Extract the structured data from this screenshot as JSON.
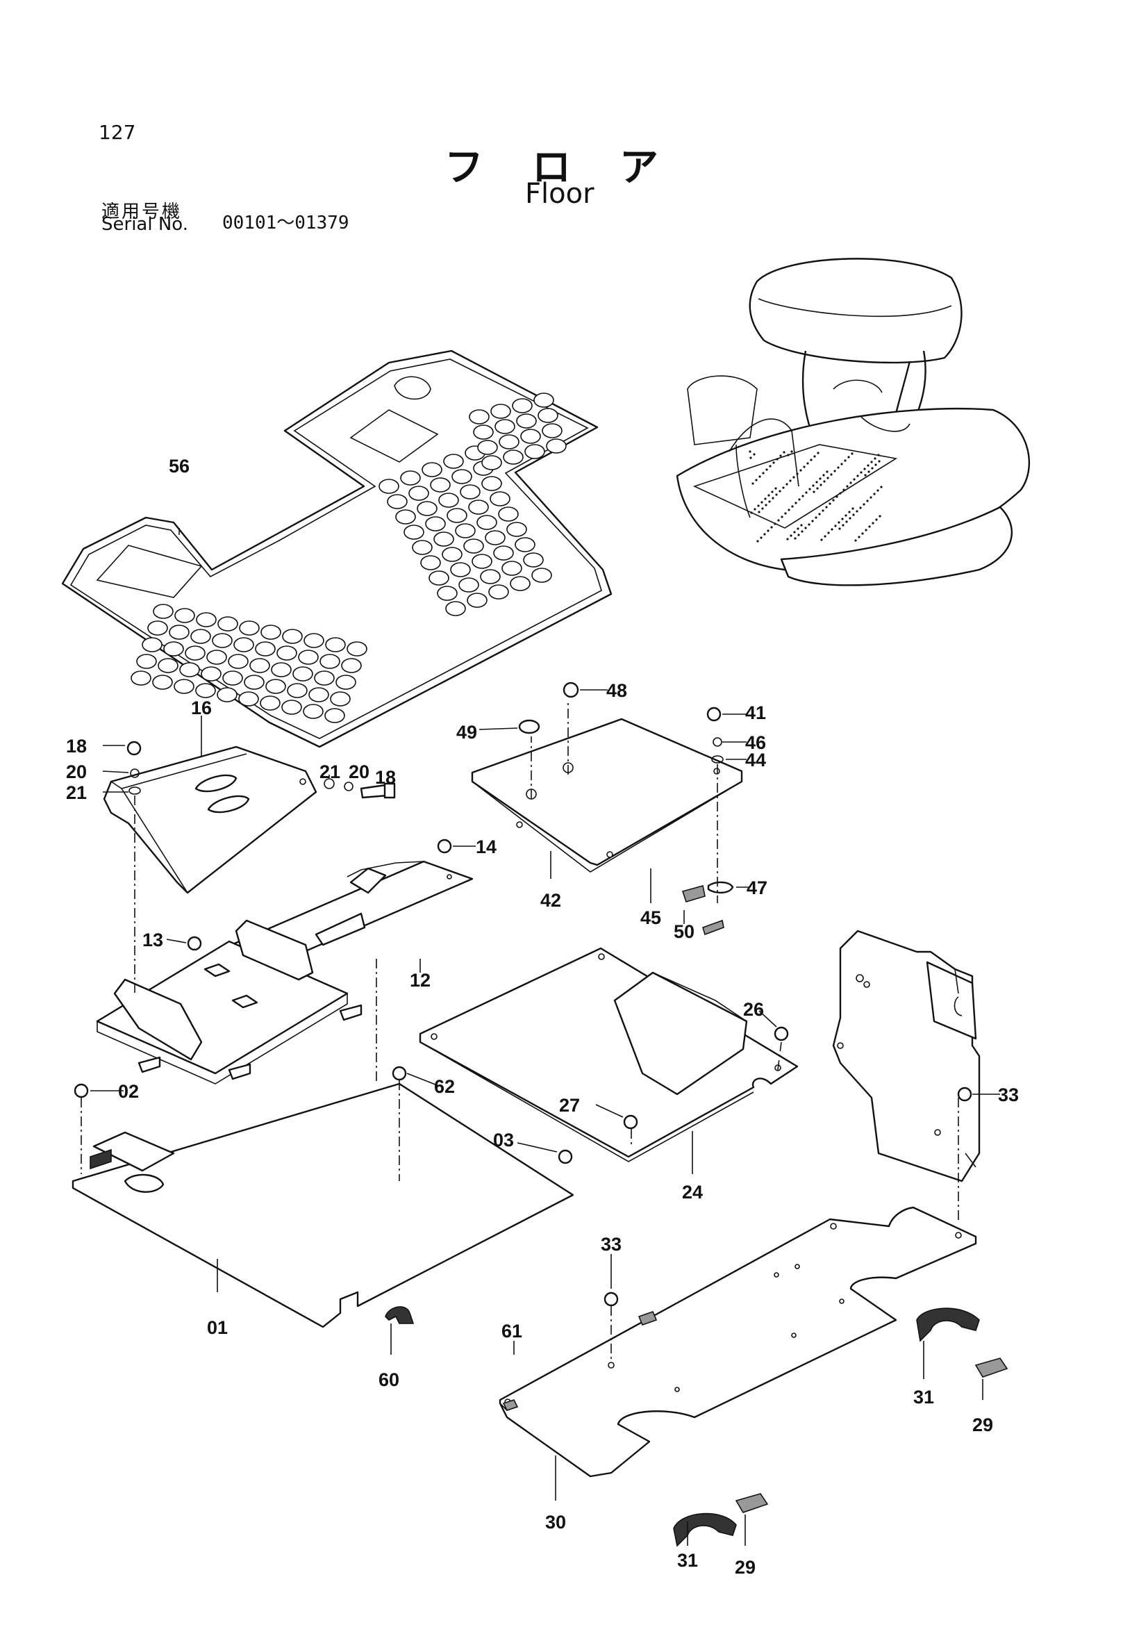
{
  "header": {
    "page_number": "127",
    "title_jp": "フロア",
    "title_en": "Floor",
    "serial_label_jp": "適用号機",
    "serial_label_en": "Serial No.",
    "serial_range": "00101～01379"
  },
  "callouts": [
    "56",
    "16",
    "18",
    "20",
    "21",
    "21",
    "20",
    "18",
    "14",
    "13",
    "12",
    "02",
    "62",
    "03",
    "01",
    "60",
    "48",
    "49",
    "41",
    "46",
    "44",
    "42",
    "45",
    "50",
    "47",
    "26",
    "27",
    "24",
    "33",
    "33",
    "61",
    "30",
    "31",
    "29",
    "31",
    "29"
  ]
}
